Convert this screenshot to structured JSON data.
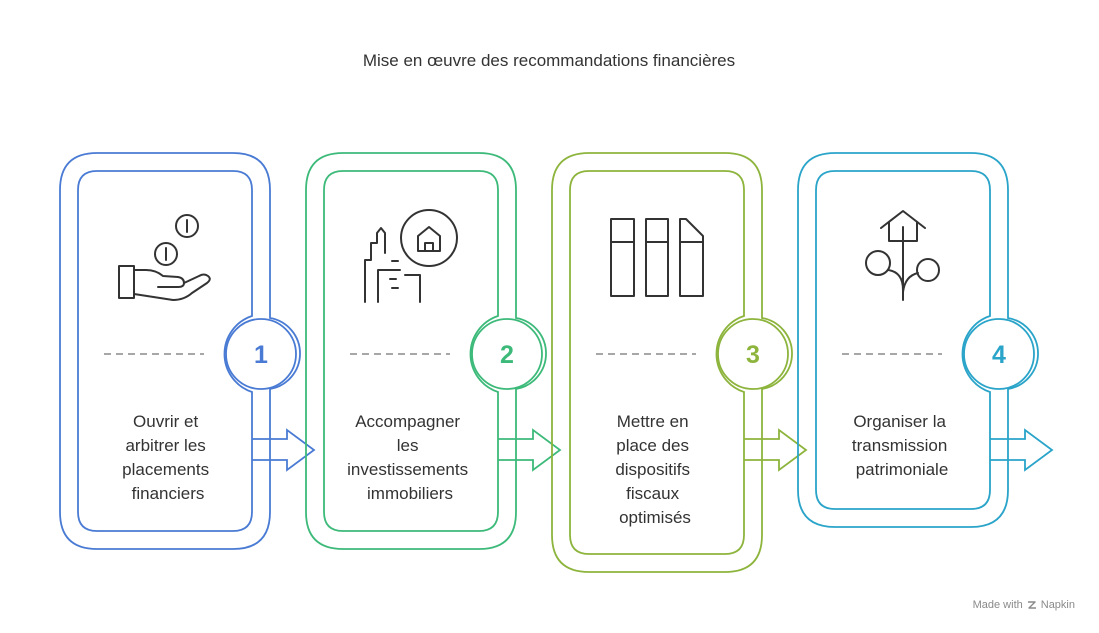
{
  "title": "Mise en œuvre des recommandations financières",
  "footer": {
    "prefix": "Made with",
    "brand": "Napkin"
  },
  "steps": [
    {
      "number": "1",
      "lines": [
        "Ouvrir et",
        "arbitrer les",
        "placements",
        "financiers"
      ],
      "color": "#4A7BD4",
      "icon": "hand-coins-icon"
    },
    {
      "number": "2",
      "lines": [
        "Accompagner",
        "les",
        "investissements",
        "immobiliers"
      ],
      "color": "#3DBA7A",
      "icon": "buildings-house-icon"
    },
    {
      "number": "3",
      "lines": [
        "Mettre en",
        "place des",
        "dispositifs",
        "fiscaux",
        "optimisés"
      ],
      "color": "#8DB43C",
      "icon": "documents-icon"
    },
    {
      "number": "4",
      "lines": [
        "Organiser la",
        "transmission",
        "patrimoniale"
      ],
      "color": "#2AA4C9",
      "icon": "house-tree-icon"
    }
  ]
}
